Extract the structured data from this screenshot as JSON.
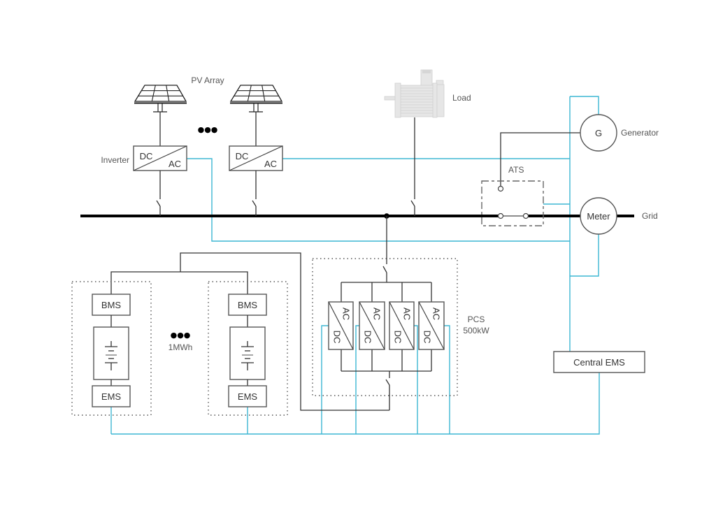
{
  "labels": {
    "pv_array": "PV Array",
    "inverter": "Inverter",
    "load": "Load",
    "generator": "Generator",
    "generator_symbol": "G",
    "ats": "ATS",
    "meter": "Meter",
    "grid": "Grid",
    "pcs": "PCS",
    "pcs_rating": "500kW",
    "battery_capacity": "1MWh",
    "central_ems": "Central EMS",
    "ellipsis": "●●●"
  },
  "inverters": [
    {
      "dc": "DC",
      "ac": "AC"
    },
    {
      "dc": "DC",
      "ac": "AC"
    }
  ],
  "battery_units": [
    {
      "bms": "BMS",
      "ems": "EMS"
    },
    {
      "bms": "BMS",
      "ems": "EMS"
    }
  ],
  "pcs_converters": [
    {
      "ac": "AC",
      "dc": "DC"
    },
    {
      "ac": "AC",
      "dc": "DC"
    },
    {
      "ac": "AC",
      "dc": "DC"
    },
    {
      "ac": "AC",
      "dc": "DC"
    }
  ],
  "colors": {
    "power_line": "#333333",
    "comm_line": "#3db7d3",
    "bus": "#000000"
  }
}
